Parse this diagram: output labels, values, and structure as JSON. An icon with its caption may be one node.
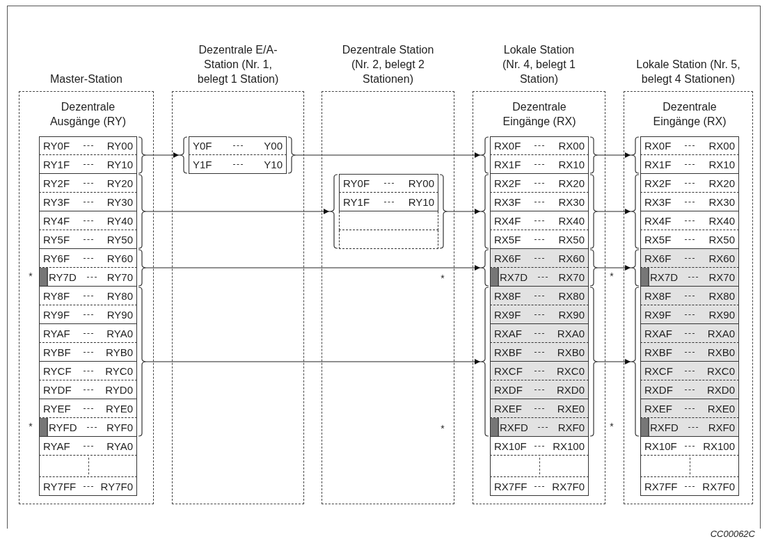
{
  "diagram": {
    "nodes": [
      {
        "text": [
          "Master-Station"
        ]
      },
      {
        "text": [
          "Dezentrale Ausgänge (RY)"
        ],
        "in": 0
      },
      {
        "text": [],
        "shape": "bracket",
        "in": 1
      },
      {
        "text": [
          "RY0F",
          "RY00"
        ],
        "in": 2
      },
      {
        "text": [
          "RY1F",
          "RY10"
        ],
        "in": 2
      },
      {
        "text": [],
        "shape": "bracket",
        "in": 1
      },
      {
        "text": [
          "RY2F",
          "RY20"
        ],
        "in": 5
      },
      {
        "text": [
          "RY3F",
          "RY30"
        ],
        "in": 5
      },
      {
        "text": [
          "RY4F",
          "RY40"
        ],
        "in": 5
      },
      {
        "text": [
          "RY5F",
          "RY50"
        ],
        "in": 5
      },
      {
        "text": [],
        "shape": "bracket",
        "in": 1
      },
      {
        "text": [
          "RY6F",
          "RY60"
        ],
        "in": 10
      },
      {
        "text": [
          "RY7D",
          "RY70"
        ],
        "in": 10,
        "beside": [
          "*"
        ]
      },
      {
        "text": [],
        "shape": "bracket",
        "in": 1
      },
      {
        "text": [
          "RY8F",
          "RY80"
        ],
        "in": 13
      },
      {
        "text": [
          "RY9F",
          "RY90"
        ],
        "in": 13
      },
      {
        "text": [
          "RYAF",
          "RYA0"
        ],
        "in": 13
      },
      {
        "text": [
          "RYBF",
          "RYB0"
        ],
        "in": 13
      },
      {
        "text": [
          "RYCF",
          "RYC0"
        ],
        "in": 13
      },
      {
        "text": [
          "RYDF",
          "RYD0"
        ],
        "in": 13
      },
      {
        "text": [
          "RYEF",
          "RYE0"
        ],
        "in": 13
      },
      {
        "text": [
          "RYFD",
          "RYF0"
        ],
        "in": 13,
        "beside": [
          "*"
        ]
      },
      {
        "text": [
          "RYAF",
          "RYA0"
        ],
        "in": 1
      },
      {
        "text": [],
        "shape": "box",
        "in": 1
      },
      {
        "text": [
          "RY7FF",
          "RY7F0"
        ],
        "in": 1
      },
      {
        "text": [
          "Dezentrale E/A-Station (Nr. 1, belegt 1 Station)"
        ]
      },
      {
        "text": [],
        "shape": "bracket",
        "in": 25
      },
      {
        "text": [
          "Y0F",
          "Y00"
        ],
        "in": 26
      },
      {
        "text": [
          "Y1F",
          "Y10"
        ],
        "in": 26
      },
      {
        "text": [
          "Dezentrale Station (Nr. 2, belegt 2 Stationen)"
        ]
      },
      {
        "text": [],
        "shape": "bracket",
        "in": 29
      },
      {
        "text": [
          "RY0F",
          "RY00"
        ],
        "in": 30
      },
      {
        "text": [
          "RY1F",
          "RY10"
        ],
        "in": 30
      },
      {
        "text": [],
        "shape": "box",
        "in": 30
      },
      {
        "text": [],
        "shape": "box",
        "in": 30
      },
      {
        "text": [
          "Lokale Station (Nr. 4, belegt 1 Station)"
        ]
      },
      {
        "text": [
          "Dezentrale Eingänge (RX)"
        ],
        "in": 35
      },
      {
        "text": [],
        "shape": "bracket",
        "in": 36
      },
      {
        "text": [
          "RX0F",
          "RX00"
        ],
        "in": 37
      },
      {
        "text": [
          "RX1F",
          "RX10"
        ],
        "in": 37
      },
      {
        "text": [],
        "shape": "bracket",
        "in": 36
      },
      {
        "text": [
          "RX2F",
          "RX20"
        ],
        "in": 40
      },
      {
        "text": [
          "RX3F",
          "RX30"
        ],
        "in": 40
      },
      {
        "text": [
          "RX4F",
          "RX40"
        ],
        "in": 40
      },
      {
        "text": [
          "RX5F",
          "RX50"
        ],
        "in": 40
      },
      {
        "text": [],
        "shape": "bracket",
        "in": 36
      },
      {
        "text": [
          "RX6F",
          "RX60"
        ],
        "in": 45
      },
      {
        "text": [
          "RX7D",
          "RX70"
        ],
        "in": 45
      },
      {
        "text": [],
        "shape": "bracket",
        "in": 36
      },
      {
        "text": [
          "RX8F",
          "RX80"
        ],
        "in": 48
      },
      {
        "text": [
          "RX9F",
          "RX90"
        ],
        "in": 48
      },
      {
        "text": [
          "RXAF",
          "RXA0"
        ],
        "in": 48
      },
      {
        "text": [
          "RXBF",
          "RXB0"
        ],
        "in": 48
      },
      {
        "text": [
          "RXCF",
          "RXC0"
        ],
        "in": 48
      },
      {
        "text": [
          "RXDF",
          "RXD0"
        ],
        "in": 48
      },
      {
        "text": [
          "RXEF",
          "RXE0"
        ],
        "in": 48
      },
      {
        "text": [
          "RXFD",
          "RXF0"
        ],
        "in": 48
      },
      {
        "text": [
          "RX10F",
          "RX100"
        ],
        "in": 36
      },
      {
        "text": [],
        "shape": "box",
        "in": 36
      },
      {
        "text": [
          "RX7FF",
          "RX7F0"
        ],
        "in": 36
      },
      {
        "text": [
          "Lokale Station (Nr. 5, belegt 4 Stationen)"
        ]
      },
      {
        "text": [
          "Dezentrale Eingänge (RX)"
        ],
        "in": 60
      },
      {
        "text": [],
        "shape": "bracket",
        "in": 61
      },
      {
        "text": [
          "RX0F",
          "RX00"
        ],
        "in": 62
      },
      {
        "text": [
          "RX1F",
          "RX10"
        ],
        "in": 62
      },
      {
        "text": [],
        "shape": "bracket",
        "in": 61
      },
      {
        "text": [
          "RX2F",
          "RX20"
        ],
        "in": 65
      },
      {
        "text": [
          "RX3F",
          "RX30"
        ],
        "in": 65
      },
      {
        "text": [
          "RX4F",
          "RX40"
        ],
        "in": 65
      },
      {
        "text": [
          "RX5F",
          "RX50"
        ],
        "in": 65
      },
      {
        "text": [],
        "shape": "bracket",
        "in": 61
      },
      {
        "text": [
          "RX6F",
          "RX60"
        ],
        "in": 70
      },
      {
        "text": [
          "RX7D",
          "RX70"
        ],
        "in": 70,
        "beside": [
          "*"
        ]
      },
      {
        "text": [],
        "shape": "bracket",
        "in": 61
      },
      {
        "text": [
          "RX8F",
          "RX80"
        ],
        "in": 73
      },
      {
        "text": [
          "RX9F",
          "RX90"
        ],
        "in": 73
      },
      {
        "text": [
          "RXAF",
          "RXA0"
        ],
        "in": 73
      },
      {
        "text": [
          "RXBF",
          "RXB0"
        ],
        "in": 73
      },
      {
        "text": [
          "RXCF",
          "RXC0"
        ],
        "in": 73
      },
      {
        "text": [
          "RXDF",
          "RXD0"
        ],
        "in": 73
      },
      {
        "text": [
          "RXEF",
          "RXE0"
        ],
        "in": 73
      },
      {
        "text": [
          "RXFD",
          "RXF0"
        ],
        "in": 73,
        "beside": [
          "*"
        ]
      },
      {
        "text": [
          "RX10F",
          "RX100"
        ],
        "in": 61
      },
      {
        "text": [],
        "shape": "box",
        "in": 61
      },
      {
        "text": [
          "RX7FF",
          "RX7F0"
        ],
        "in": 61
      }
    ],
    "edges": [
      {
        "from": 2,
        "to": 26,
        "arrow": "to"
      },
      {
        "from": 26,
        "to": 37,
        "arrow": "to"
      },
      {
        "from": 37,
        "to": 62,
        "arrow": "to"
      },
      {
        "from": 5,
        "to": 30,
        "arrow": "to"
      },
      {
        "from": 30,
        "to": 40,
        "arrow": "to"
      },
      {
        "from": 40,
        "to": 65,
        "arrow": "to"
      },
      {
        "from": 10,
        "to": 45,
        "arrow": "to"
      },
      {
        "from": 45,
        "to": 70,
        "arrow": "to"
      },
      {
        "from": 13,
        "to": 48,
        "arrow": "to"
      },
      {
        "from": 48,
        "to": 73,
        "arrow": "to"
      }
    ],
    "labels": [
      "*",
      "*",
      "CC00062C"
    ]
  }
}
